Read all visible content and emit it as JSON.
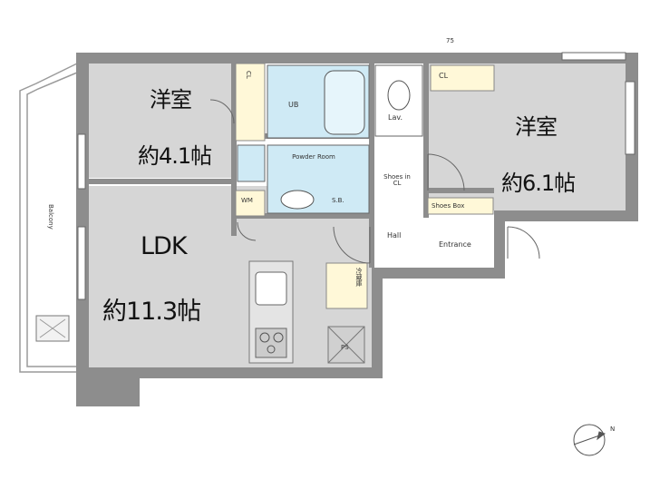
{
  "rooms": {
    "western_left": {
      "name": "洋室",
      "size": "約4.1帖"
    },
    "western_right": {
      "name": "洋室",
      "size": "約6.1帖"
    },
    "ldk": {
      "name": "LDK",
      "size": "約11.3帖"
    }
  },
  "labels": {
    "cl_left": "CL",
    "ub": "UB",
    "lav": "Lav.",
    "cl_right": "CL",
    "powder_room": "Powder Room",
    "wm": "WM",
    "shoes_in_cl": "Shoes in CL",
    "sb": "S.B.",
    "shoes_box": "Shoes Box",
    "hall": "Hall",
    "entrance": "Entrance",
    "balcony": "Balcony",
    "ps": "PS",
    "refrigerator": "冷蔵庫",
    "mark_top": "75",
    "north": "N"
  },
  "colors": {
    "wall": "#8d8d8d",
    "room_floor": "#d6d6d6",
    "wet_area": "#cfeaf5",
    "closet": "#fff8d8",
    "hall_floor": "#ffffff"
  }
}
